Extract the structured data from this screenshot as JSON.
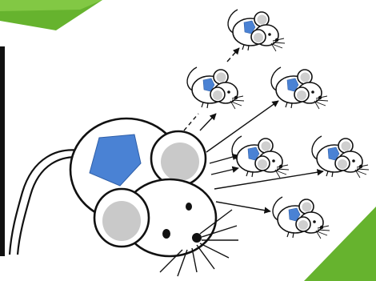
{
  "colors": {
    "background": "#ffffff",
    "accent_green": "#66b32e",
    "accent_green_light": "#8fd14f",
    "transplant_blue": "#4a82d4",
    "mouse_fill": "#ffffff",
    "mouse_shadow": "#c9c9c9",
    "outline": "#111111",
    "arrow": "#111111"
  },
  "diagram": {
    "source_mouse": {
      "icon": "large-mouse-with-blue-transplant"
    },
    "recipient_count": 6,
    "recipients": [
      {
        "id": "r1",
        "icon": "small-mouse-with-blue-transplant"
      },
      {
        "id": "r2",
        "icon": "small-mouse-with-blue-transplant"
      },
      {
        "id": "r3",
        "icon": "small-mouse-with-blue-transplant"
      },
      {
        "id": "r4",
        "icon": "small-mouse-with-blue-transplant"
      },
      {
        "id": "r5",
        "icon": "small-mouse-with-blue-transplant"
      },
      {
        "id": "r6",
        "icon": "small-mouse-with-blue-transplant"
      }
    ],
    "arrows": [
      {
        "from": "r3",
        "to": "r1",
        "style": "dashed"
      },
      {
        "from": "source",
        "to": "r3",
        "style": "dashed"
      },
      {
        "from": "source",
        "to": "r2",
        "style": "solid"
      },
      {
        "from": "source",
        "to": "r4",
        "style": "solid"
      },
      {
        "from": "source",
        "to": "r5",
        "style": "solid"
      },
      {
        "from": "source",
        "to": "r6",
        "style": "solid"
      }
    ]
  }
}
